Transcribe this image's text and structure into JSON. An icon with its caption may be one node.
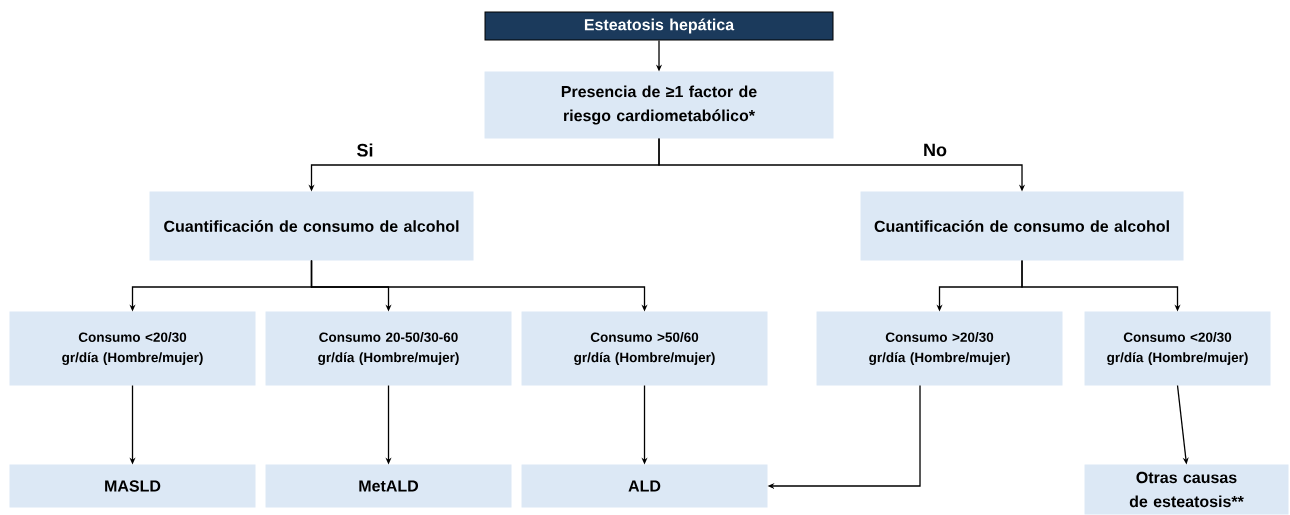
{
  "diagram": {
    "nodes": [
      {
        "text": [
          "Esteatosis hepática"
        ]
      },
      {
        "text": [
          "Presencia de ≥1 factor de riesgo cardiometabólico*"
        ]
      },
      {
        "text": [
          "Cuantificación de consumo de alcohol"
        ]
      },
      {
        "text": [
          "Cuantificación de consumo de alcohol"
        ]
      },
      {
        "text": [
          "Consumo <20/30 gr/día (Hombre/mujer)"
        ]
      },
      {
        "text": [
          "Consumo 20-50/30-60 gr/día (Hombre/mujer)"
        ]
      },
      {
        "text": [
          "Consumo >50/60 gr/día (Hombre/mujer)"
        ]
      },
      {
        "text": [
          "Consumo >20/30 gr/día (Hombre/mujer)"
        ]
      },
      {
        "text": [
          "Consumo <20/30 gr/día (Hombre/mujer)"
        ]
      },
      {
        "text": [
          "MASLD"
        ]
      },
      {
        "text": [
          "MetALD"
        ]
      },
      {
        "text": [
          "ALD"
        ]
      },
      {
        "text": [
          "Otras causas de esteatosis**"
        ]
      }
    ],
    "edges": [
      {
        "from": 0,
        "to": 1,
        "arrow": "to"
      },
      {
        "from": 1,
        "to": 2,
        "arrow": "to",
        "label": "Si"
      },
      {
        "from": 1,
        "to": 3,
        "arrow": "to",
        "label": "No"
      },
      {
        "from": 2,
        "to": 4,
        "arrow": "to"
      },
      {
        "from": 2,
        "to": 5,
        "arrow": "to"
      },
      {
        "from": 2,
        "to": 6,
        "arrow": "to"
      },
      {
        "from": 3,
        "to": 7,
        "arrow": "to"
      },
      {
        "from": 3,
        "to": 8,
        "arrow": "to"
      },
      {
        "from": 4,
        "to": 9,
        "arrow": "to"
      },
      {
        "from": 5,
        "to": 10,
        "arrow": "to"
      },
      {
        "from": 6,
        "to": 11,
        "arrow": "to"
      },
      {
        "from": 7,
        "to": 11,
        "arrow": "to"
      },
      {
        "from": 8,
        "to": 12,
        "arrow": "to"
      }
    ]
  }
}
